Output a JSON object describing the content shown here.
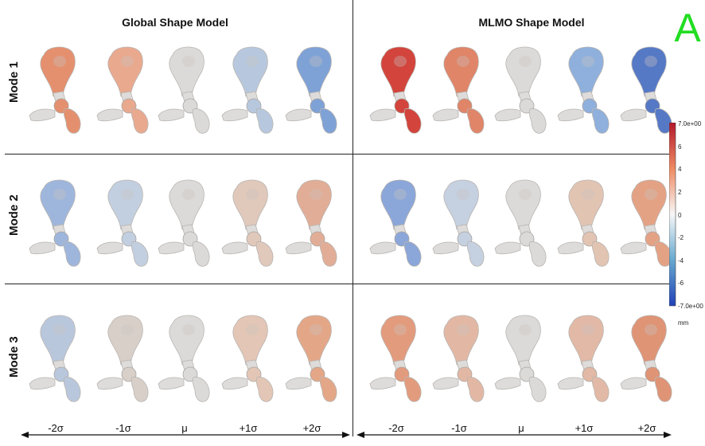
{
  "panel_letter": "A",
  "panel_letter_color": "#22dd22",
  "titles": {
    "global": "Global Shape Model",
    "mlmo": "MLMO Shape Model"
  },
  "rows": [
    {
      "label": "Mode 1"
    },
    {
      "label": "Mode 2"
    },
    {
      "label": "Mode 3"
    }
  ],
  "sigma_labels": [
    "-2σ",
    "-1σ",
    "μ",
    "+1σ",
    "+2σ"
  ],
  "colorbar": {
    "ticks": [
      "7.0e+00",
      "6",
      "4",
      "2",
      "0",
      "-2",
      "-4",
      "-6",
      "-7.0e+00"
    ],
    "unit": "mm",
    "colors": [
      "#b2182b",
      "#ef8a62",
      "#f7f7f7",
      "#67a9cf",
      "#2140b8"
    ]
  },
  "shape_tints": {
    "global": [
      [
        "#e4906f",
        "#e9a98f",
        "#dcdad8",
        "#b7c8de",
        "#7fa2d6"
      ],
      [
        "#9fb6dc",
        "#c2cfe0",
        "#dcdad8",
        "#e0c8bb",
        "#e2ad96"
      ],
      [
        "#b9c7dd",
        "#d8cfc9",
        "#dcdad8",
        "#e3c6b6",
        "#e3a788"
      ]
    ],
    "mlmo": [
      [
        "#d2443c",
        "#e08568",
        "#dcdad8",
        "#8fb0dc",
        "#5679c6"
      ],
      [
        "#8ba6d8",
        "#c5d0e0",
        "#dcdad8",
        "#e2c4b3",
        "#e4a285"
      ],
      [
        "#e39b7d",
        "#e2b8a4",
        "#dcdad8",
        "#e2b9a6",
        "#df9476"
      ]
    ]
  }
}
